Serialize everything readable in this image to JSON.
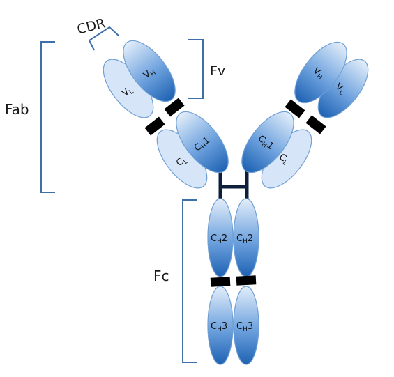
{
  "labels": {
    "cdr": "CDR",
    "fv": "Fv",
    "fab": "Fab",
    "fc": "Fc"
  },
  "domains": {
    "vh_main": "V",
    "vh_sub": "H",
    "vl_main": "V",
    "vl_sub": "L",
    "cl_main": "C",
    "cl_sub": "L",
    "ch1_main": "C",
    "ch1_sub": "H",
    "ch1_suffix": "1",
    "ch2_main": "C",
    "ch2_sub": "H",
    "ch2_suffix": "2",
    "ch3_main": "C",
    "ch3_sub": "H",
    "ch3_suffix": "3"
  },
  "colors": {
    "heavy_chain_light": "#dde9f8",
    "heavy_chain_dark": "#1e62b3",
    "light_chain_fill": "#d6e6f8",
    "outline": "#6f9fd4",
    "bracket": "#3e6fa9",
    "hinge": "#0d1f3a",
    "linker": "#000000"
  }
}
